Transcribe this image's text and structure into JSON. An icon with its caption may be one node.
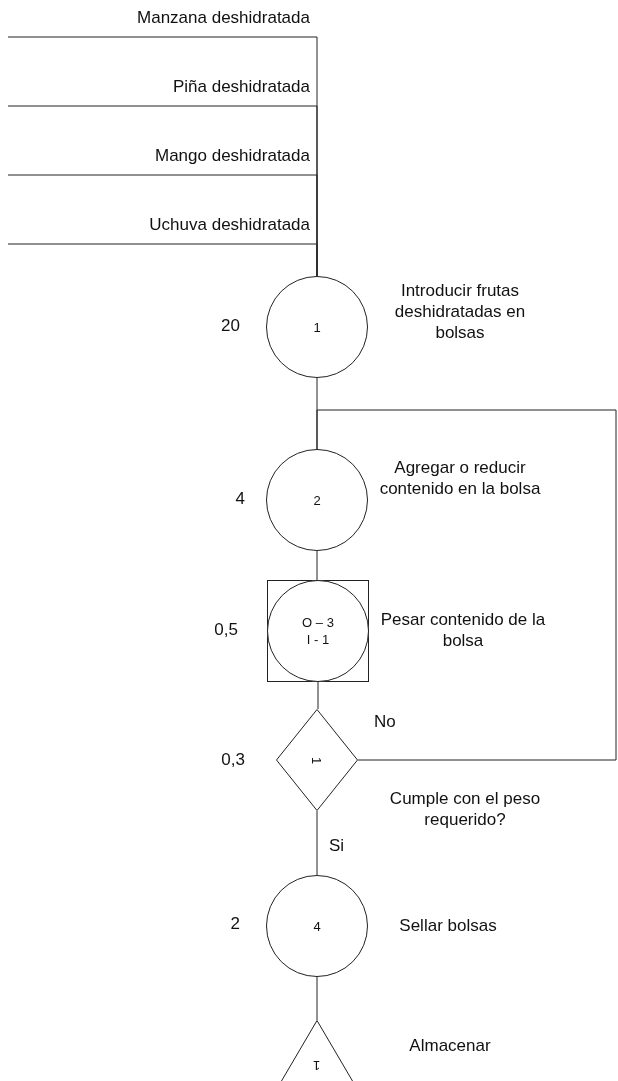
{
  "diagram": {
    "nodes": [
      {
        "text": [
          "Manzana deshidratada"
        ]
      },
      {
        "text": [
          "Piña deshidratada"
        ]
      },
      {
        "text": [
          "Mango deshidratada"
        ]
      },
      {
        "text": [
          "Uchuva deshidratada"
        ]
      },
      {
        "text": [
          "1"
        ],
        "beside": [
          "Introducir frutas deshidratadas en bolsas",
          "20"
        ]
      },
      {
        "text": [
          "2"
        ],
        "beside": [
          "Agregar o reducir contenido en la bolsa",
          "4"
        ]
      },
      {
        "text": [
          "O – 3",
          "I - 1"
        ],
        "beside": [
          "Pesar contenido de la bolsa",
          "0,5"
        ]
      },
      {
        "text": [
          "1"
        ],
        "beside": [
          "Cumple con el peso requerido?",
          "0,3"
        ]
      },
      {
        "text": [
          "4"
        ],
        "beside": [
          "Sellar bolsas",
          "2"
        ]
      },
      {
        "text": [
          "1"
        ],
        "beside": [
          "Almacenar"
        ]
      }
    ],
    "edges": [
      {
        "from": 0,
        "to": 4,
        "arrow": "none"
      },
      {
        "from": 1,
        "to": 4,
        "arrow": "none"
      },
      {
        "from": 2,
        "to": 4,
        "arrow": "none"
      },
      {
        "from": 3,
        "to": 4,
        "arrow": "none"
      },
      {
        "from": 4,
        "to": 5,
        "arrow": "none"
      },
      {
        "from": 5,
        "to": 6,
        "arrow": "none"
      },
      {
        "from": 6,
        "to": 7,
        "arrow": "none"
      },
      {
        "from": 7,
        "to": 5,
        "label": "No",
        "arrow": "none"
      },
      {
        "from": 7,
        "to": 8,
        "label": "Si",
        "arrow": "none"
      },
      {
        "from": 8,
        "to": 9,
        "arrow": "none"
      }
    ]
  }
}
